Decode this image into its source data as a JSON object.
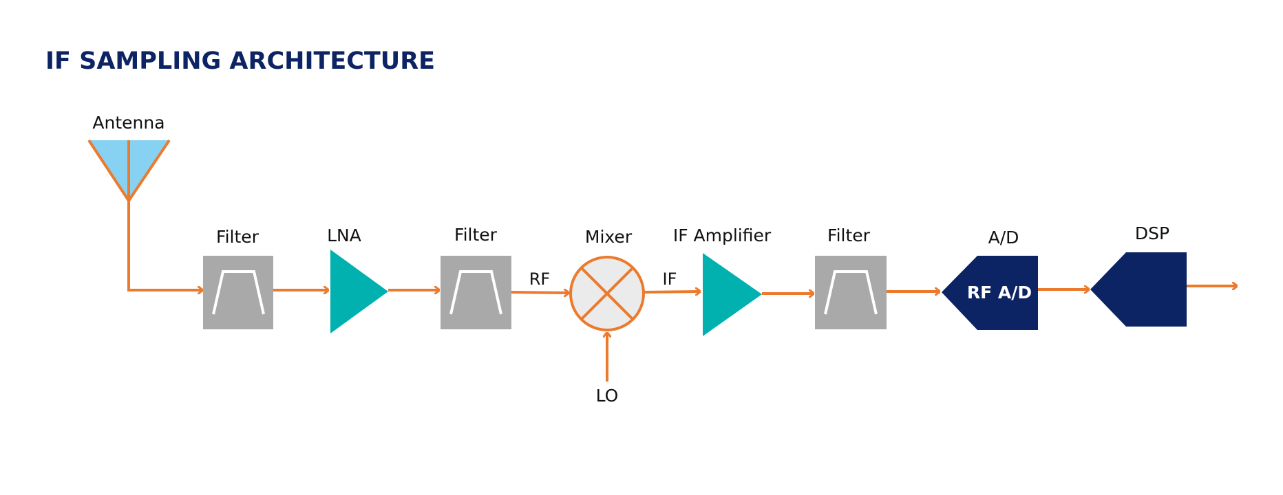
{
  "title": "IF SAMPLING ARCHITECTURE",
  "colors": {
    "title": "#0d2464",
    "signal_path": "#ec7a2d",
    "antenna_fill": "#87d1f3",
    "filter_fill": "#a9a9a9",
    "filter_symbol": "#ffffff",
    "amplifier_fill": "#00b1b0",
    "mixer_fill": "#ebebeb",
    "converter_fill": "#0d2464",
    "label_text": "#111111"
  },
  "nodes": {
    "antenna": {
      "label": "Antenna",
      "icon": "antenna-icon"
    },
    "filter_1": {
      "label": "Filter",
      "icon": "bandpass-filter-icon"
    },
    "lna": {
      "label": "LNA",
      "icon": "amplifier-triangle-icon"
    },
    "filter_2": {
      "label": "Filter",
      "icon": "bandpass-filter-icon"
    },
    "mixer": {
      "label": "Mixer",
      "icon": "mixer-cross-icon"
    },
    "if_amplifier": {
      "label": "IF Amplifier",
      "icon": "amplifier-triangle-icon"
    },
    "filter_3": {
      "label": "Filter",
      "icon": "bandpass-filter-icon"
    },
    "ad": {
      "label": "A/D",
      "block_text": "RF A/D",
      "icon": "converter-block-icon"
    },
    "dsp": {
      "label": "DSP",
      "icon": "processor-block-icon"
    }
  },
  "signal_labels": {
    "rf": "RF",
    "if": "IF",
    "lo": "LO"
  },
  "edges": [
    {
      "from": "antenna",
      "to": "filter_1"
    },
    {
      "from": "filter_1",
      "to": "lna"
    },
    {
      "from": "lna",
      "to": "filter_2"
    },
    {
      "from": "filter_2",
      "to": "mixer",
      "label": "RF"
    },
    {
      "from": "lo",
      "to": "mixer"
    },
    {
      "from": "mixer",
      "to": "if_amplifier",
      "label": "IF"
    },
    {
      "from": "if_amplifier",
      "to": "filter_3"
    },
    {
      "from": "filter_3",
      "to": "ad"
    },
    {
      "from": "ad",
      "to": "dsp"
    },
    {
      "from": "dsp",
      "to": "output"
    }
  ]
}
